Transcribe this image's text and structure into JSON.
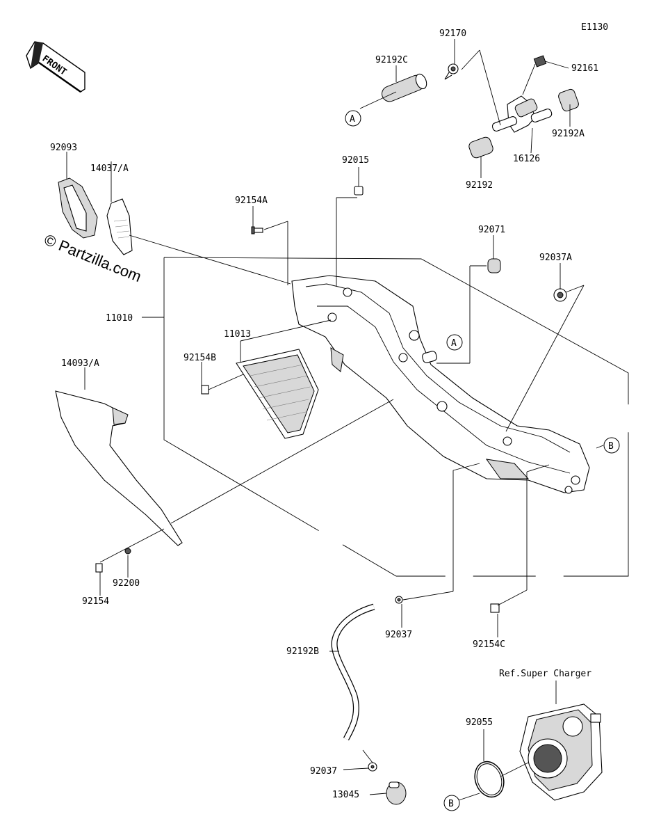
{
  "diagram_code": "E1130",
  "front_label": "FRONT",
  "watermark": "© Partzilla.com",
  "reference_label": "Ref.Super Charger",
  "ref_markers": {
    "a": "A",
    "b": "B"
  },
  "part_numbers": {
    "p92170": "92170",
    "p92192C": "92192C",
    "p92161": "92161",
    "p92192A": "92192A",
    "p16126": "16126",
    "p92192": "92192",
    "p92093": "92093",
    "p14037A": "14037/A",
    "p92015": "92015",
    "p92154A": "92154A",
    "p92071": "92071",
    "p92037A": "92037A",
    "p11010": "11010",
    "p11013": "11013",
    "p92154B": "92154B",
    "p14093A": "14093/A",
    "p92154": "92154",
    "p92200": "92200",
    "p92037_upper": "92037",
    "p92154C": "92154C",
    "p92192B": "92192B",
    "p92037_lower": "92037",
    "p13045": "13045",
    "p92055": "92055"
  }
}
